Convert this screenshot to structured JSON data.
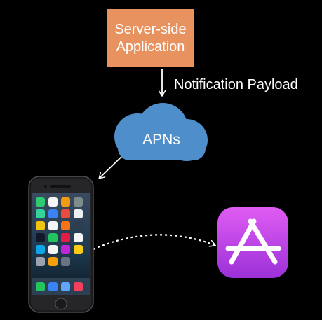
{
  "server": {
    "line1": "Server-side",
    "line2": "Application"
  },
  "payload_label": "Notification Payload",
  "apns_label": "APNs",
  "colors": {
    "server_box": "#E8935F",
    "cloud": "#4E8FCB",
    "appstore_top": "#E05CF3",
    "appstore_bottom": "#9B31D8",
    "background": "#000000",
    "line": "#ffffff"
  },
  "icons": {
    "device": "iphone-icon",
    "store": "app-store-icon"
  }
}
